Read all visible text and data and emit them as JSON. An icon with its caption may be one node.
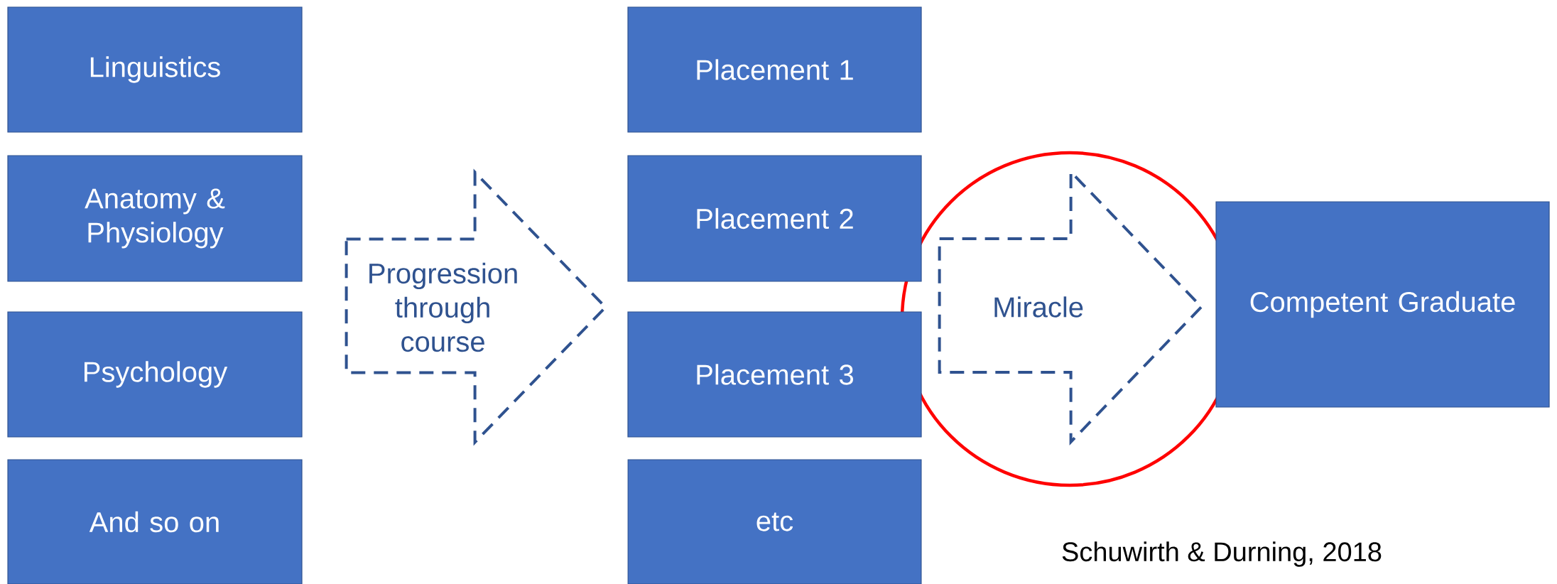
{
  "diagram": {
    "nodes": [
      {
        "text": [
          "Linguistics"
        ]
      },
      {
        "text": [
          "Anatomy & Physiology"
        ]
      },
      {
        "text": [
          "Psychology"
        ]
      },
      {
        "text": [
          "And so on"
        ]
      },
      {
        "text": [
          "Placement 1"
        ]
      },
      {
        "text": [
          "Placement 2"
        ]
      },
      {
        "text": [
          "Placement 3"
        ]
      },
      {
        "text": [
          "etc"
        ]
      },
      {
        "text": [
          "Competent Graduate"
        ]
      }
    ],
    "edges": [
      {
        "from": 1,
        "to": 5,
        "arrow": "to",
        "label": "Progression through course",
        "style": "dashed"
      },
      {
        "from": 5,
        "to": 8,
        "arrow": "to",
        "label": "Miracle",
        "style": "dashed"
      }
    ],
    "labels": [
      "Schuwirth & Durning, 2018"
    ]
  }
}
